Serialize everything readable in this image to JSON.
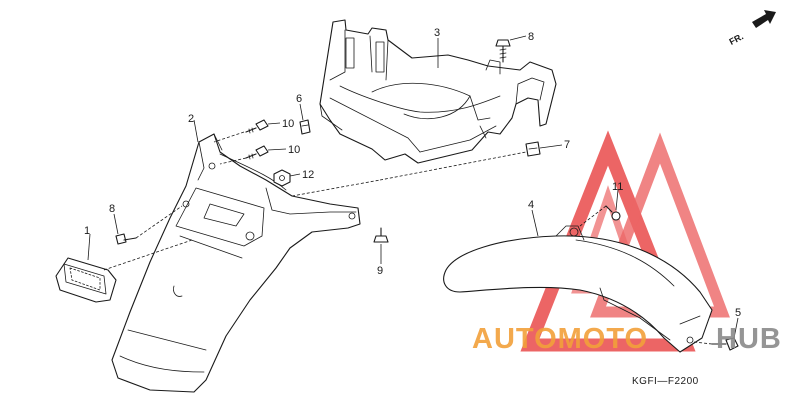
{
  "diagram": {
    "direction_label": "FR.",
    "drawing_code": "KGFI—F2200",
    "callouts": {
      "c1": "1",
      "c2": "2",
      "c3": "3",
      "c4": "4",
      "c5": "5",
      "c6": "6",
      "c7": "7",
      "c8a": "8",
      "c8b": "8",
      "c9": "9",
      "c10a": "10",
      "c10b": "10",
      "c11": "11",
      "c12": "12"
    }
  },
  "watermark": {
    "part1": "AUTOMOTO",
    "part2": "HUB",
    "color_orange": "#f2a03a",
    "color_red": "#e94b4b",
    "color_gray": "#8a8a8a"
  }
}
